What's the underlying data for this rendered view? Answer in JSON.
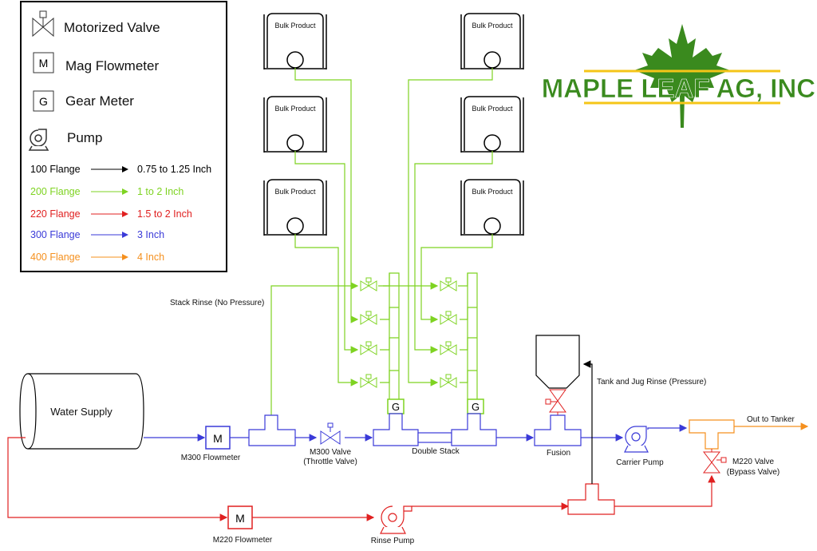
{
  "legend": {
    "items": [
      {
        "icon": "motorized-valve",
        "label": "Motorized Valve"
      },
      {
        "icon": "mag-flowmeter",
        "symbol": "M",
        "label": "Mag Flowmeter"
      },
      {
        "icon": "gear-meter",
        "symbol": "G",
        "label": "Gear Meter"
      },
      {
        "icon": "pump",
        "label": "Pump"
      }
    ],
    "flanges": [
      {
        "name": "100 Flange",
        "size": "0.75 to 1.25 Inch",
        "color": "#000000"
      },
      {
        "name": "200 Flange",
        "size": "1 to 2 Inch",
        "color": "#7ed321"
      },
      {
        "name": "220 Flange",
        "size": "1.5 to 2 Inch",
        "color": "#e02020"
      },
      {
        "name": "300 Flange",
        "size": "3 Inch",
        "color": "#3a3ad8"
      },
      {
        "name": "400 Flange",
        "size": "4 Inch",
        "color": "#f5901e"
      }
    ]
  },
  "logo": {
    "text": "MAPLE LEAF AG, INC.",
    "color": "#3a8a1e"
  },
  "tanks": {
    "label": "Bulk Product",
    "left": [
      "Bulk Product",
      "Bulk Product",
      "Bulk Product"
    ],
    "right": [
      "Bulk Product",
      "Bulk Product",
      "Bulk Product"
    ]
  },
  "labels": {
    "water_supply": "Water Supply",
    "stack_rinse": "Stack Rinse (No Pressure)",
    "tank_jug_rinse": "Tank and Jug Rinse (Pressure)",
    "m300_flowmeter": "M300 Flowmeter",
    "m300_valve_1": "M300 Valve",
    "m300_valve_2": "(Throttle Valve)",
    "double_stack": "Double Stack",
    "fusion": "Fusion",
    "carrier_pump": "Carrier Pump",
    "m220_valve_1": "M220 Valve",
    "m220_valve_2": "(Bypass Valve)",
    "out_to_tanker": "Out to Tanker",
    "m220_flowmeter": "M220 Flowmeter",
    "rinse_pump": "Rinse Pump"
  },
  "symbols": {
    "mag": "M",
    "gear": "G"
  }
}
